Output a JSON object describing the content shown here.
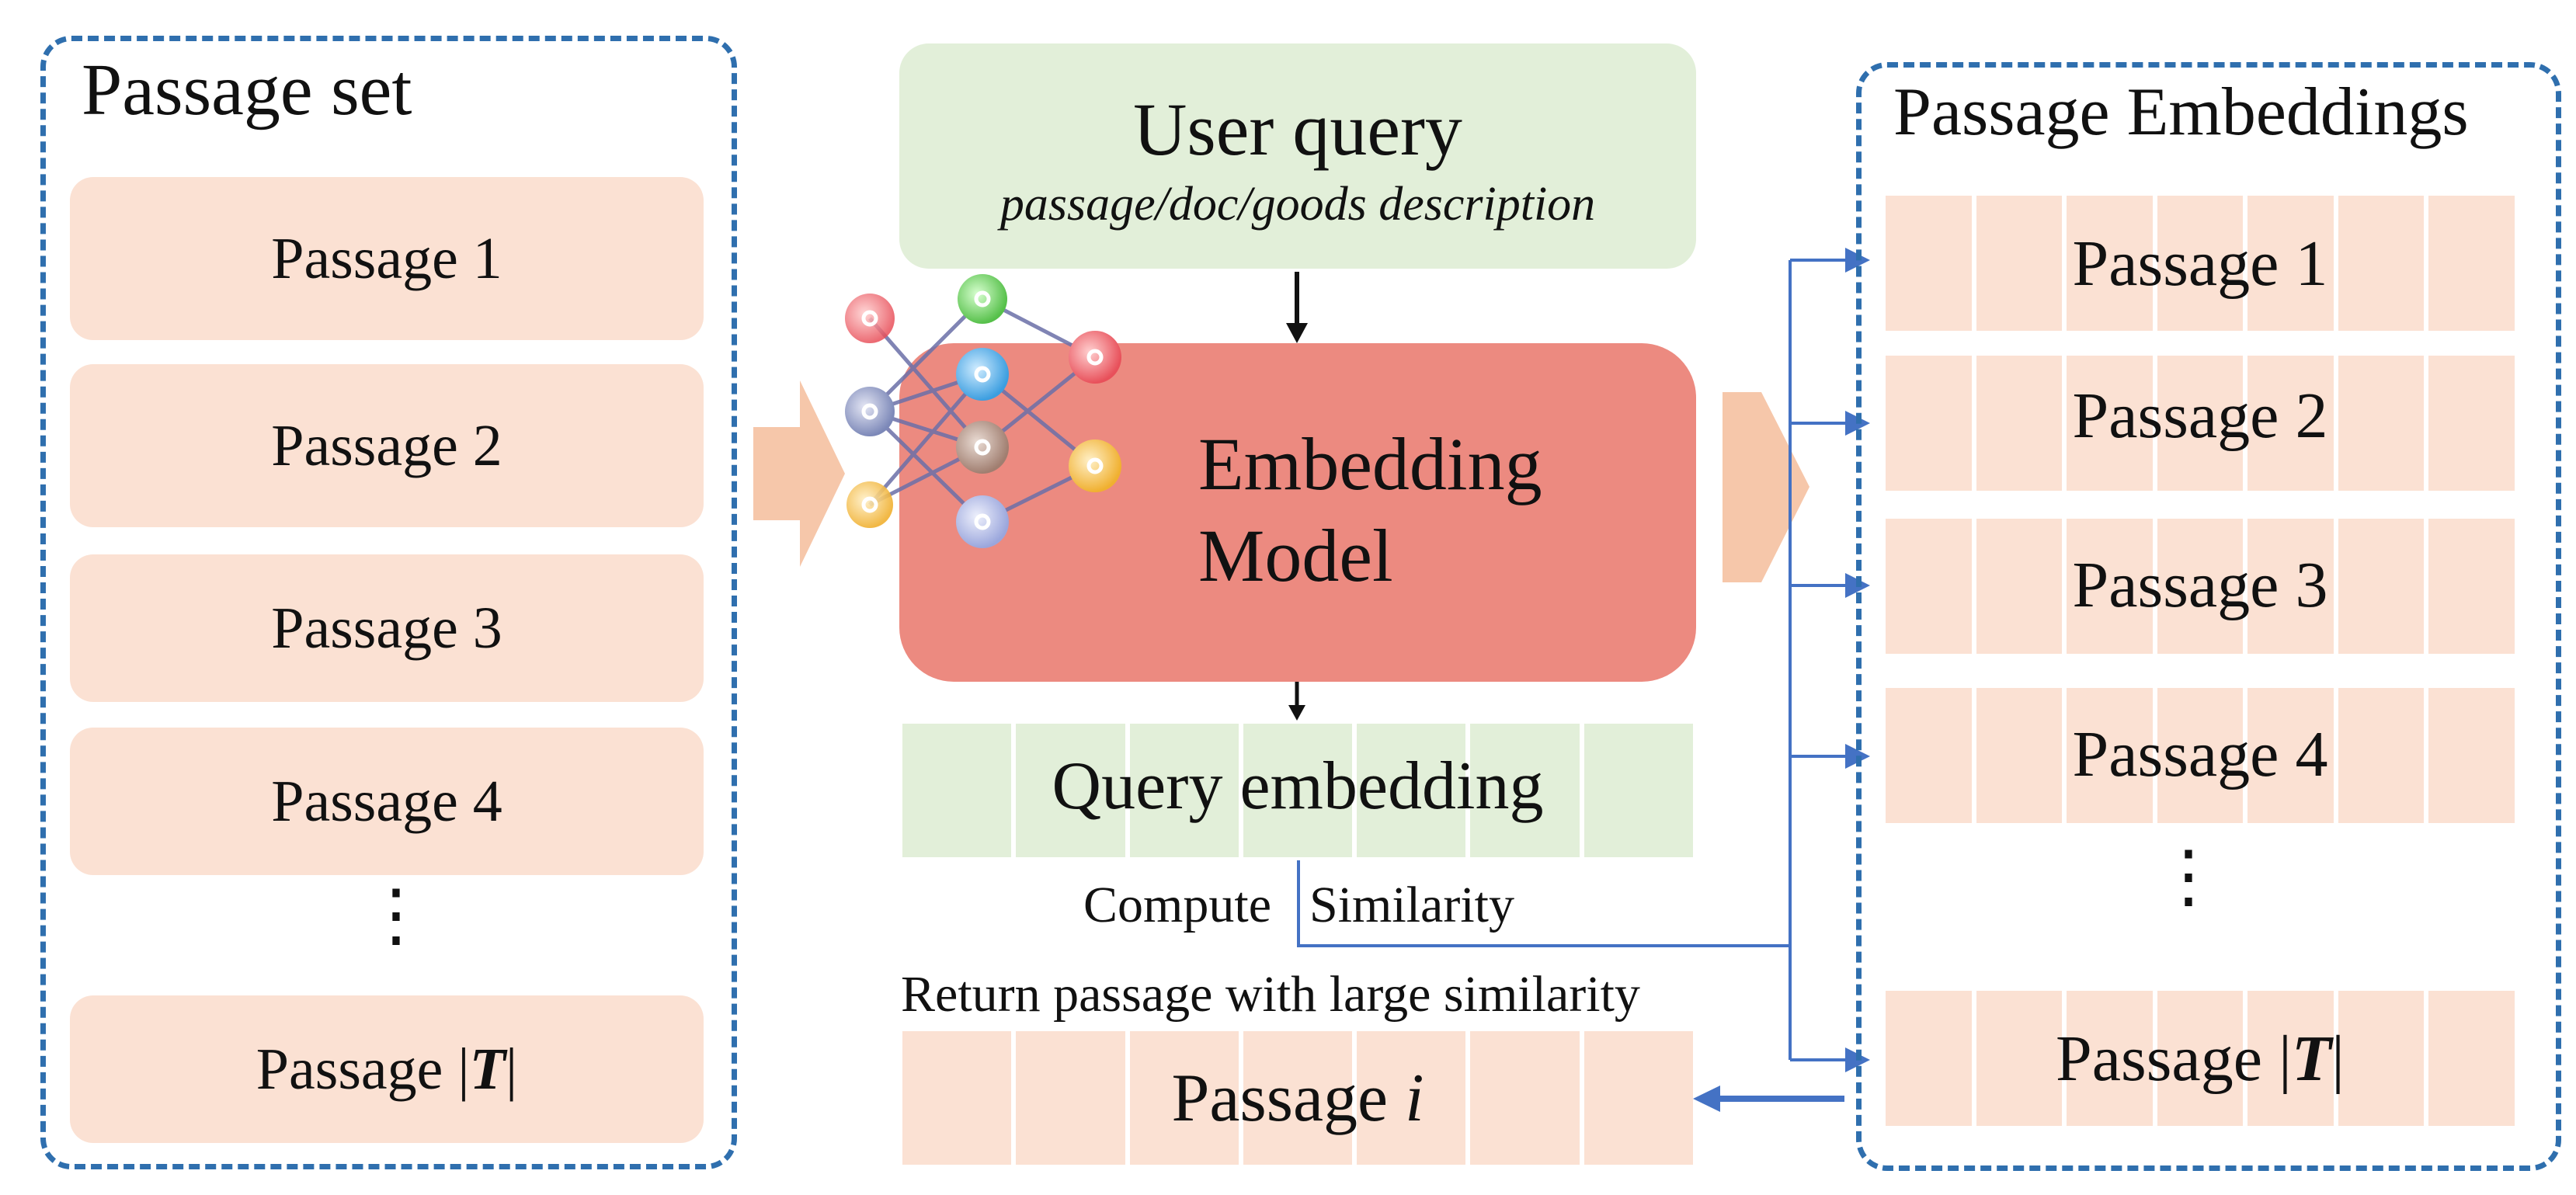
{
  "passage_set": {
    "title": "Passage set",
    "items": [
      "Passage 1",
      "Passage 2",
      "Passage 3",
      "Passage 4"
    ],
    "ellipsis": "⋮",
    "last_prefix": "Passage |",
    "last_var": "T",
    "last_suffix": "|"
  },
  "query": {
    "title": "User query",
    "subtitle": "passage/doc/goods description"
  },
  "model": {
    "line1": "Embedding",
    "line2": "Model"
  },
  "query_embedding": {
    "label": "Query embedding"
  },
  "similarity": {
    "compute_left": "Compute",
    "compute_right": "Similarity",
    "return_label": "Return passage with large similarity"
  },
  "result": {
    "prefix": "Passage ",
    "var": "i"
  },
  "embeddings": {
    "title": "Passage Embeddings",
    "items": [
      "Passage 1",
      "Passage 2",
      "Passage 3",
      "Passage 4"
    ],
    "ellipsis": "⋮",
    "last_prefix": "Passage |",
    "last_var": "T",
    "last_suffix": "|"
  },
  "colors": {
    "panel_border": "#2f6fae",
    "passage_fill": "#fbe1d3",
    "green_fill": "#e2efd9",
    "model_fill": "#ec8a80",
    "flow_arrow": "#f6c7aa",
    "connector": "#4472c4"
  }
}
